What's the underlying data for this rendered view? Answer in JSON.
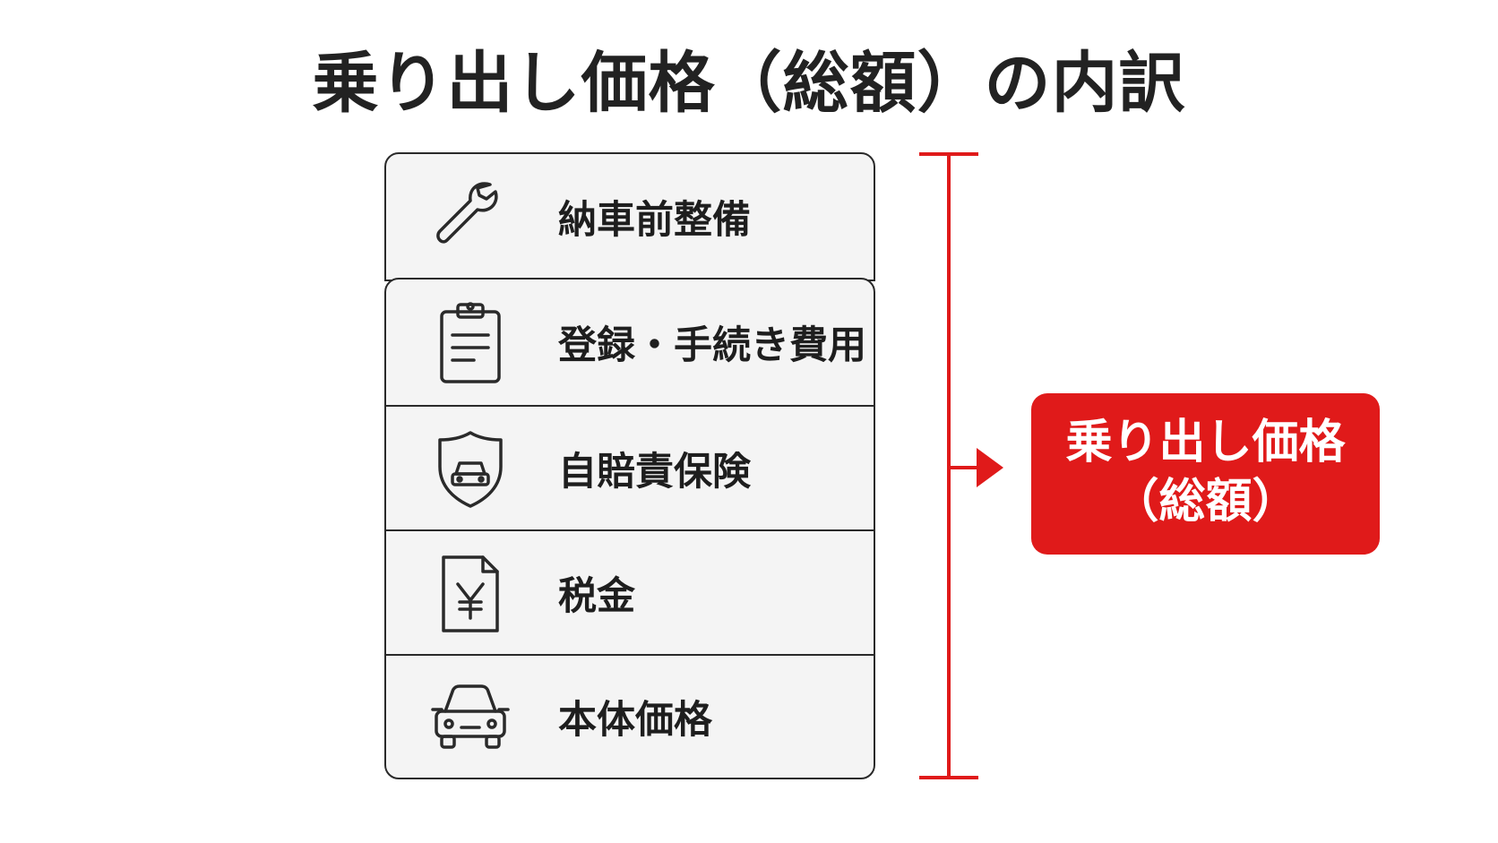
{
  "title": "乗り出し価格（総額）の内訳",
  "components": [
    {
      "label": "納車前整備",
      "icon": "wrench-icon"
    },
    {
      "label": "登録・手続き費用",
      "icon": "clipboard-icon"
    },
    {
      "label": "自賠責保険",
      "icon": "shield-car-icon"
    },
    {
      "label": "税金",
      "icon": "yen-document-icon"
    },
    {
      "label": "本体価格",
      "icon": "car-icon"
    }
  ],
  "total": {
    "line1": "乗り出し価格",
    "line2": "（総額）"
  },
  "colors": {
    "accent": "#e01a1a",
    "card_fill": "#f4f4f4",
    "outline": "#2a2a2a",
    "text": "#1e1e1e"
  }
}
